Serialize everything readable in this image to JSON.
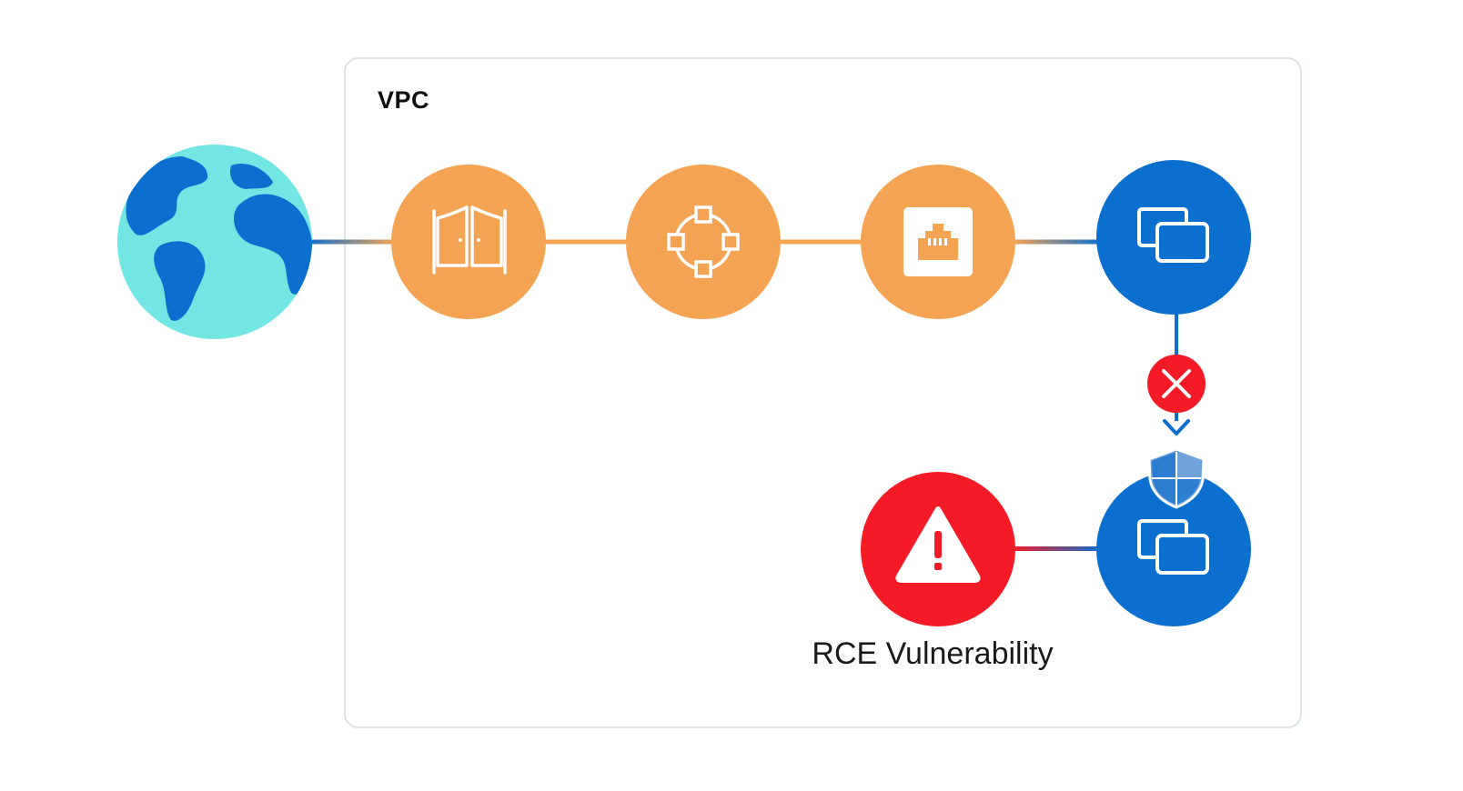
{
  "vpc": {
    "label": "VPC"
  },
  "vulnerability": {
    "label": "RCE Vulnerability"
  },
  "colors": {
    "globe_ocean": "#72e6e2",
    "globe_land": "#0a6fcf",
    "network_node": "#f4a352",
    "instance_node": "#0a6fcf",
    "alert": "#f41a26",
    "box_border": "#dde2ea"
  },
  "nodes": [
    {
      "name": "internet",
      "icon": "globe-icon"
    },
    {
      "name": "gateway",
      "icon": "gate-icon"
    },
    {
      "name": "router",
      "icon": "network-node-icon"
    },
    {
      "name": "network-interface",
      "icon": "ethernet-port-icon"
    },
    {
      "name": "instance-1",
      "icon": "windows-icon"
    },
    {
      "name": "instance-2",
      "icon": "windows-icon"
    },
    {
      "name": "rce-vulnerability",
      "icon": "warning-icon"
    }
  ],
  "blocked_path": {
    "icon": "x-icon",
    "protection_icon": "shield-icon"
  }
}
